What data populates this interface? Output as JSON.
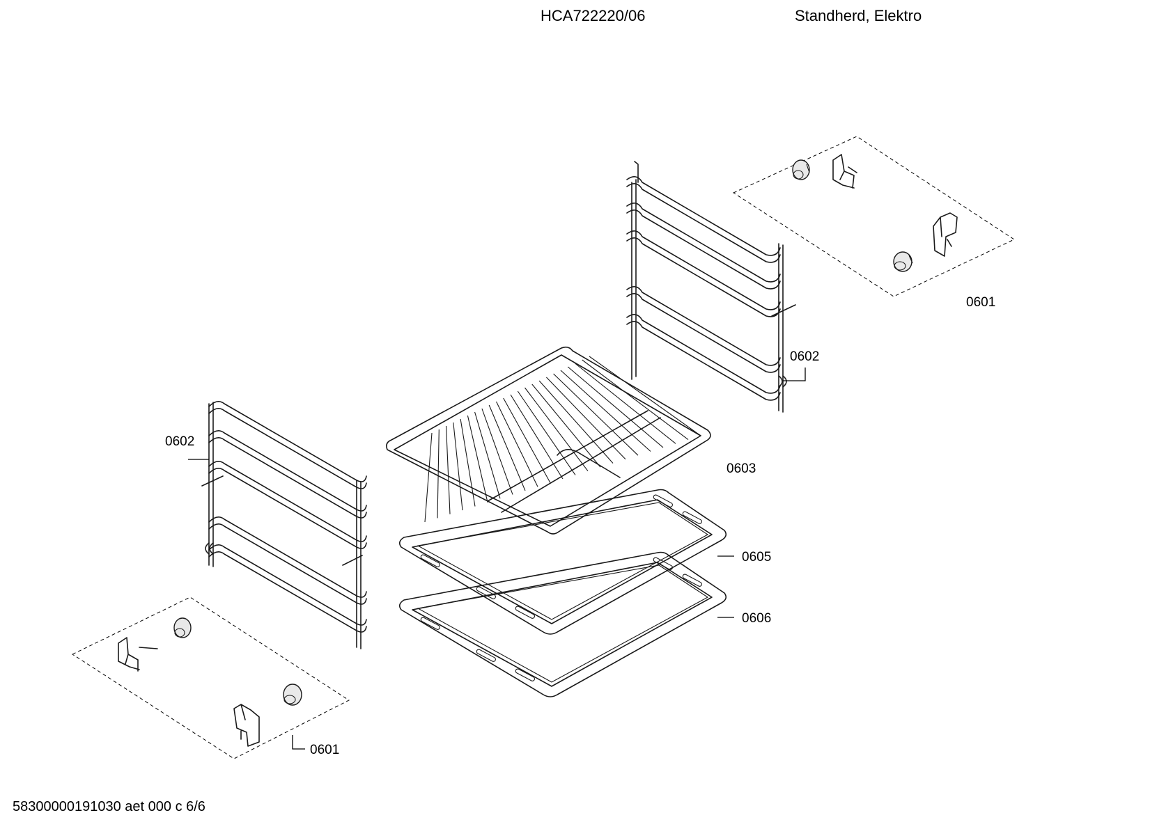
{
  "header": {
    "model": "HCA722220/06",
    "description": "Standherd, Elektro"
  },
  "footer": {
    "code": "58300000191030 aet 000 c 6/6"
  },
  "parts": [
    {
      "id": "0601",
      "name": "clip-set-right-label"
    },
    {
      "id": "0602",
      "name": "rail-right-label"
    },
    {
      "id": "0602",
      "name": "rail-left-label"
    },
    {
      "id": "0603",
      "name": "grid-shelf-label"
    },
    {
      "id": "0605",
      "name": "tray-upper-label"
    },
    {
      "id": "0606",
      "name": "tray-lower-label"
    },
    {
      "id": "0601",
      "name": "clip-set-left-label"
    }
  ]
}
